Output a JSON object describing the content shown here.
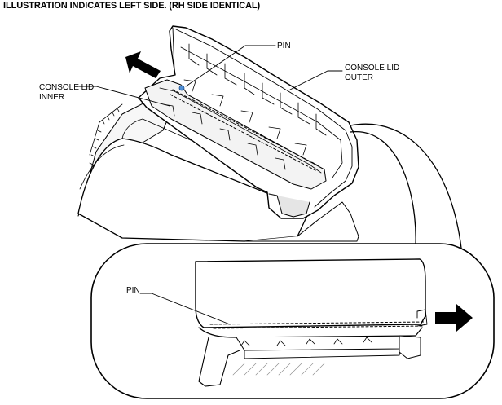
{
  "header": "ILLUSTRATION INDICATES LEFT SIDE. (RH SIDE IDENTICAL)",
  "labels": {
    "pin_top": "PIN",
    "console_lid_outer": [
      "CONSOLE LID",
      "OUTER"
    ],
    "console_lid_inner": [
      "CONSOLE LID",
      "INNER"
    ],
    "pin_detail": "PIN"
  },
  "arrows": {
    "main_view": "arrow-up-left",
    "detail_view": "arrow-right"
  }
}
